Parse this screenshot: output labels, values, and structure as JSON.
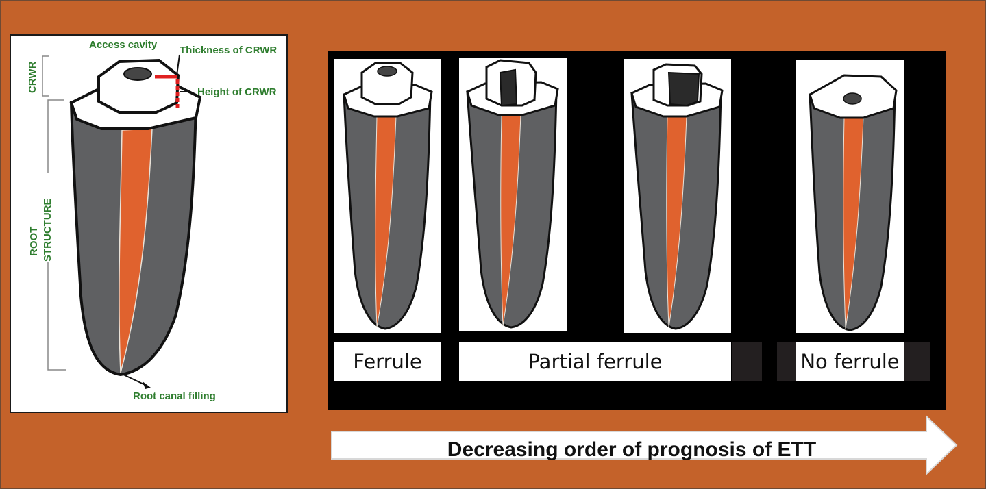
{
  "colors": {
    "background": "#c4622a",
    "root_dentin": "#5f6062",
    "root_canal_filling": "#e0622e",
    "annotation_text": "#2e7d2e",
    "marker_red": "#e02020"
  },
  "detail_diagram": {
    "labels": {
      "access_cavity": "Access cavity",
      "thickness": "Thickness of CRWR",
      "height": "Height of CRWR",
      "crwr": "CRWR",
      "root_structure_line1": "ROOT",
      "root_structure_line2": "STRUCTURE",
      "root_canal_filling": "Root canal filling"
    }
  },
  "panels": [
    {
      "label": "Ferrule"
    },
    {
      "label": "Partial ferrule"
    },
    {
      "label": "No ferrule"
    }
  ],
  "arrow": {
    "text": "Decreasing order of prognosis of ETT"
  }
}
